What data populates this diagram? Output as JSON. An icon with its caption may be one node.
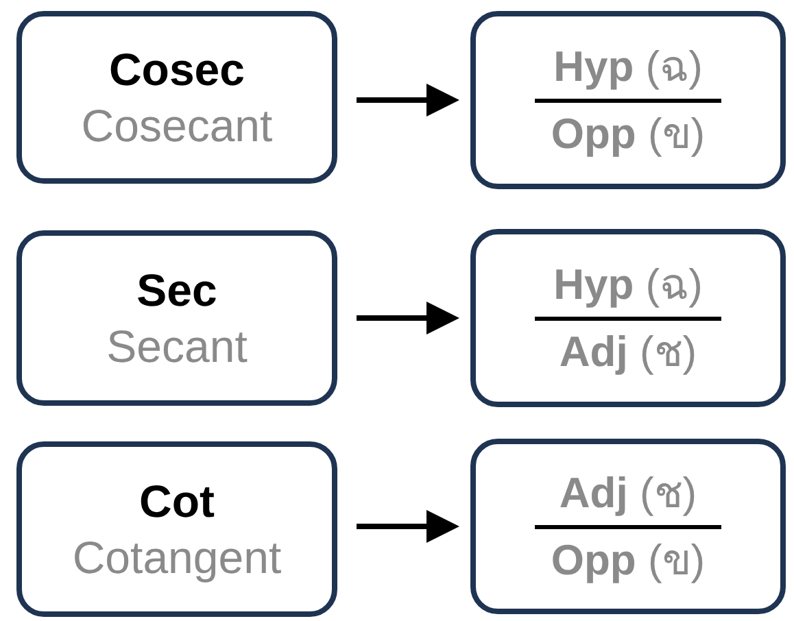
{
  "diagram": {
    "nodes": [
      {
        "text": [
          "Cosec",
          "Cosecant"
        ]
      },
      {
        "text": [
          "**Hyp** (ฉ)",
          "**Opp** (ข)"
        ]
      },
      {
        "text": [
          "Sec",
          "Secant"
        ]
      },
      {
        "text": [
          "**Hyp** (ฉ)",
          "**Adj** (ช)"
        ]
      },
      {
        "text": [
          "Cot",
          "Cotangent"
        ]
      },
      {
        "text": [
          "**Adj** (ช)",
          "**Opp** (ข)"
        ]
      }
    ],
    "edges": [
      {
        "from": 0,
        "to": 1,
        "arrow": "to"
      },
      {
        "from": 2,
        "to": 3,
        "arrow": "to"
      },
      {
        "from": 4,
        "to": 5,
        "arrow": "to"
      }
    ]
  }
}
